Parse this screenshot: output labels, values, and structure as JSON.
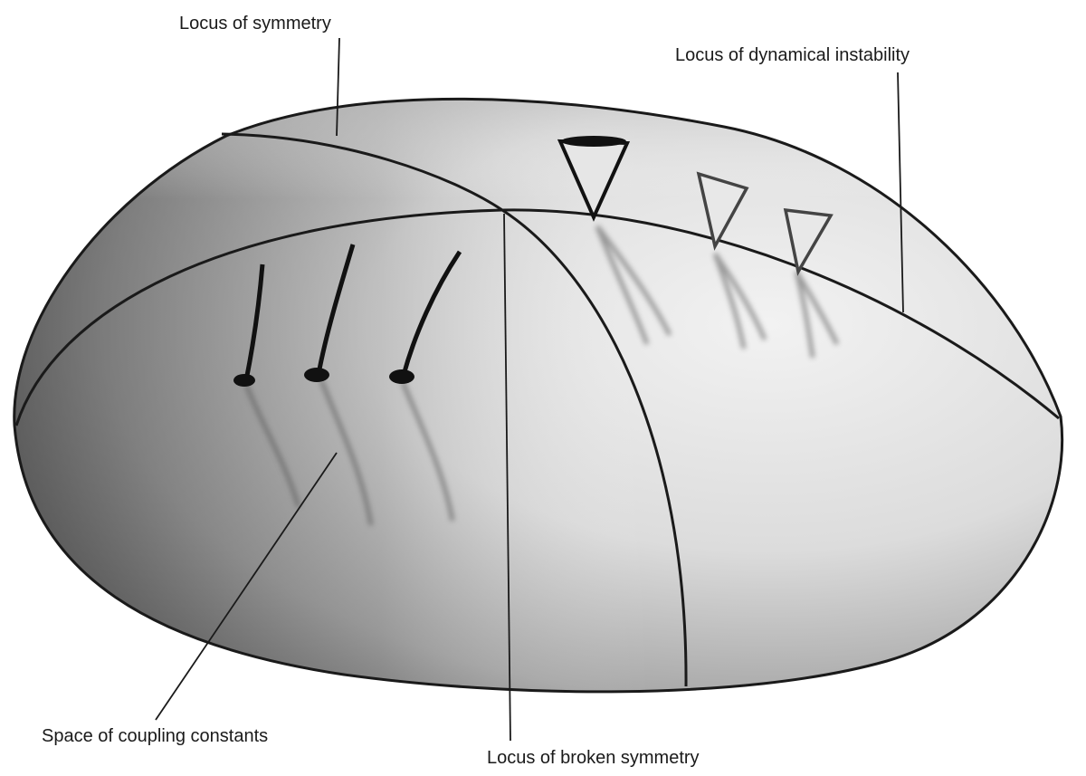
{
  "diagram": {
    "labels": {
      "locus_of_symmetry": "Locus of symmetry",
      "locus_of_dynamical_instability": "Locus of dynamical instability",
      "space_of_coupling_constants": "Space of coupling constants",
      "locus_of_broken_symmetry": "Locus of broken symmetry"
    },
    "colors": {
      "ink": "#1a1a1a",
      "surface_light": "#ededed",
      "surface_dark": "#6e6e6e"
    }
  }
}
